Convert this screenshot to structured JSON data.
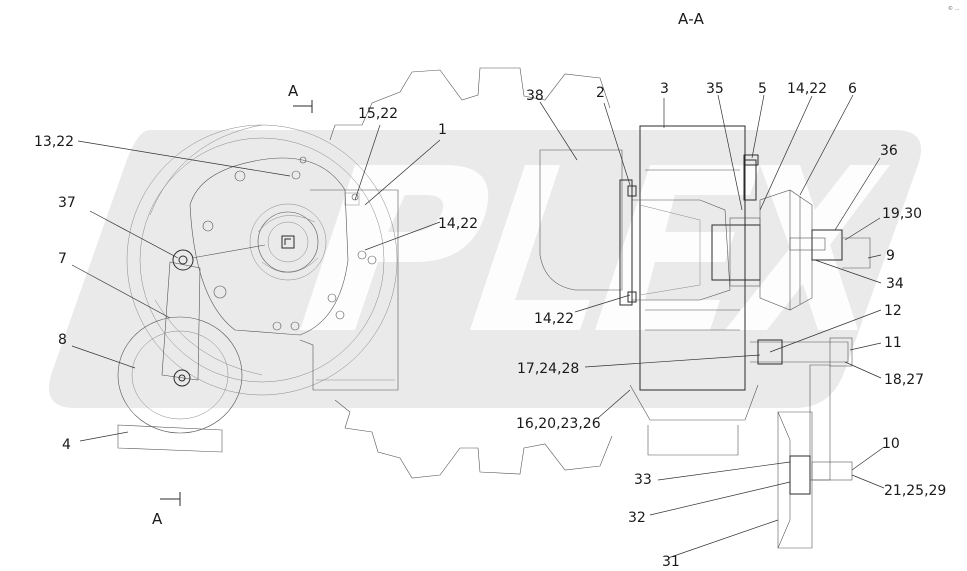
{
  "section_title": "А-А",
  "section_marks": {
    "upper": "А",
    "lower": "А"
  },
  "corner_mark": "© …",
  "watermark": "PLEX",
  "callouts": {
    "c13_22": "13,22",
    "c37": "37",
    "c7": "7",
    "c8": "8",
    "c4": "4",
    "c15_22": "15,22",
    "c1": "1",
    "c14_22_left": "14,22",
    "c38": "38",
    "c2": "2",
    "c3": "3",
    "c35": "35",
    "c5": "5",
    "c14_22_top": "14,22",
    "c6": "6",
    "c36": "36",
    "c19_30": "19,30",
    "c9": "9",
    "c34": "34",
    "c12": "12",
    "c11": "11",
    "c18_27": "18,27",
    "c14_22_mid": "14,22",
    "c17_24_28": "17,24,28",
    "c16_20_23_26": "16,20,23,26",
    "c10": "10",
    "c33": "33",
    "c21_25_29": "21,25,29",
    "c32": "32",
    "c31": "31"
  }
}
